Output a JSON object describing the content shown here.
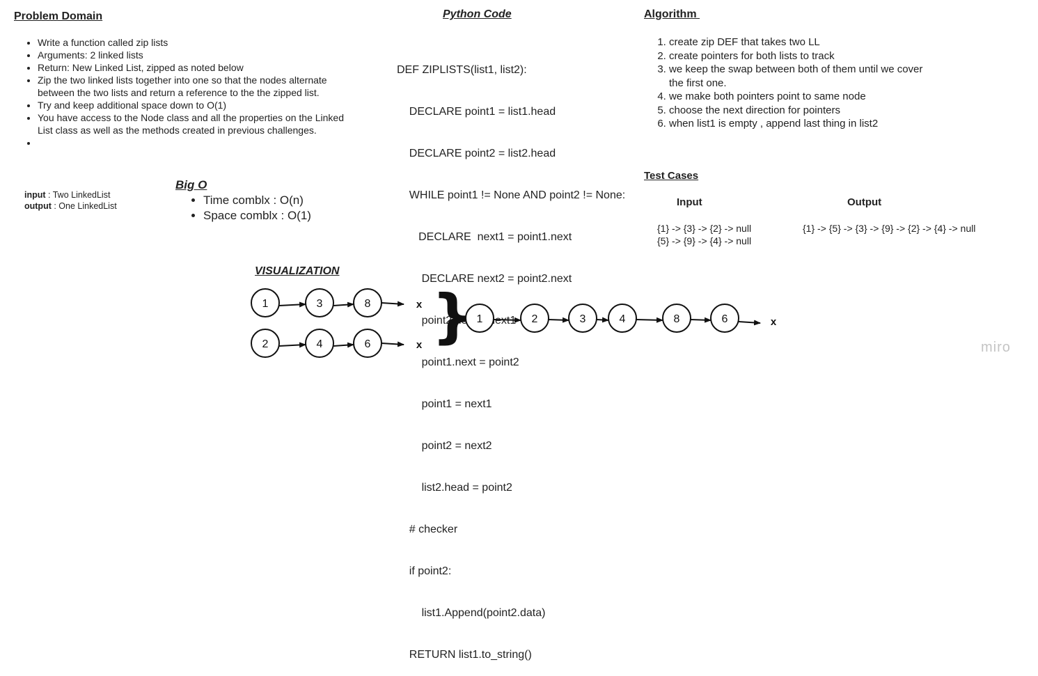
{
  "problem_domain": {
    "title": "Problem Domain",
    "items": [
      "Write a function called zip lists",
      "Arguments: 2 linked lists",
      "Return: New Linked List, zipped as noted below",
      "Zip the two linked lists together into one so that the nodes alternate between the two lists and return a reference to the the zipped list.",
      "Try and keep additional space down to O(1)",
      "You have access to the Node class and all the properties on the Linked List class as well as the methods created in previous challenges.",
      ""
    ],
    "input_label": "input",
    "input_value": " : Two LinkedList",
    "output_label": "output",
    "output_value": " : One LinkedList"
  },
  "big_o": {
    "title": "Big O",
    "items": [
      "Time comblx : O(n)",
      "Space comblx : O(1)"
    ]
  },
  "python_code": {
    "title": "Python Code",
    "lines": [
      "DEF ZIPLISTS(list1, list2):",
      "    DECLARE point1 = list1.head",
      "    DECLARE point2 = list2.head",
      "    WHILE point1 != None AND point2 != None:",
      "       DECLARE  next1 = point1.next",
      "        DECLARE next2 = point2.next",
      "        point2.next = next1",
      "        point1.next = point2",
      "        point1 = next1",
      "        point2 = next2",
      "        list2.head = point2",
      "    # checker",
      "    if point2:",
      "        list1.Append(point2.data)",
      "    RETURN list1.to_string()"
    ]
  },
  "algorithm": {
    "title": "Algorithm ",
    "steps": [
      "create zip DEF that takes two LL",
      "create pointers for both lists to track",
      "we keep the swap between both of them until we cover the first one.",
      "we make both pointers point to same node",
      "choose the next direction for pointers",
      "when list1 is empty , append last thing in list2"
    ]
  },
  "test_cases": {
    "title": "Test Cases",
    "input_header": "Input",
    "output_header": "Output",
    "input_line1": "{1} -> {3} -> {2} -> null",
    "input_line2": "{5} -> {9} -> {4} -> null",
    "output_line1": "{1} -> {5} -> {3} -> {9} -> {2} -> {4} -> null"
  },
  "visualization": {
    "title": "VISUALIZATION",
    "list_a": [
      "1",
      "3",
      "8"
    ],
    "list_b": [
      "2",
      "4",
      "6"
    ],
    "result": [
      "1",
      "2",
      "3",
      "4",
      "8",
      "6"
    ],
    "terminator": "x",
    "brace": "}"
  },
  "watermark": "miro"
}
